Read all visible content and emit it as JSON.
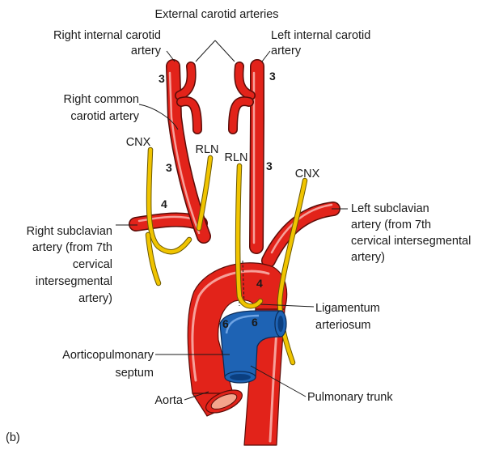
{
  "labels": {
    "external_carotid": "External carotid arteries",
    "right_internal_carotid_1": "Right internal carotid",
    "right_internal_carotid_2": "artery",
    "left_internal_carotid_1": "Left internal carotid",
    "left_internal_carotid_2": "artery",
    "right_common_carotid_1": "Right common",
    "right_common_carotid_2": "carotid artery",
    "cnx_right": "CNX",
    "rln_right": "RLN",
    "rln_left": "RLN",
    "cnx_left": "CNX",
    "left_subclavian_1": "Left subclavian",
    "left_subclavian_2": "artery (from 7th",
    "left_subclavian_3": "cervical intersegmental",
    "left_subclavian_4": "artery)",
    "right_subclavian_1": "Right subclavian",
    "right_subclavian_2": "artery (from 7th",
    "right_subclavian_3": "cervical",
    "right_subclavian_4": "intersegmental",
    "right_subclavian_5": "artery)",
    "ligamentum_1": "Ligamentum",
    "ligamentum_2": "arteriosum",
    "aorticopulmonary_1": "Aorticopulmonary",
    "aorticopulmonary_2": "septum",
    "aorta": "Aorta",
    "pulmonary_trunk": "Pulmonary trunk",
    "panel": "(b)"
  },
  "arch_numbers": {
    "right_internal": "3",
    "left_internal": "3",
    "right_common": "3",
    "left_common": "3",
    "right_subclavian": "4",
    "aortic_arch": "4",
    "right_pulmonary": "6",
    "left_pulmonary": "6"
  },
  "colors": {
    "artery": "#e2231a",
    "artery_outline": "#5a0c08",
    "nerve": "#f0c400",
    "pulmonary_trunk": "#1e63b4",
    "aorta_lumen": "#f4a48c"
  }
}
